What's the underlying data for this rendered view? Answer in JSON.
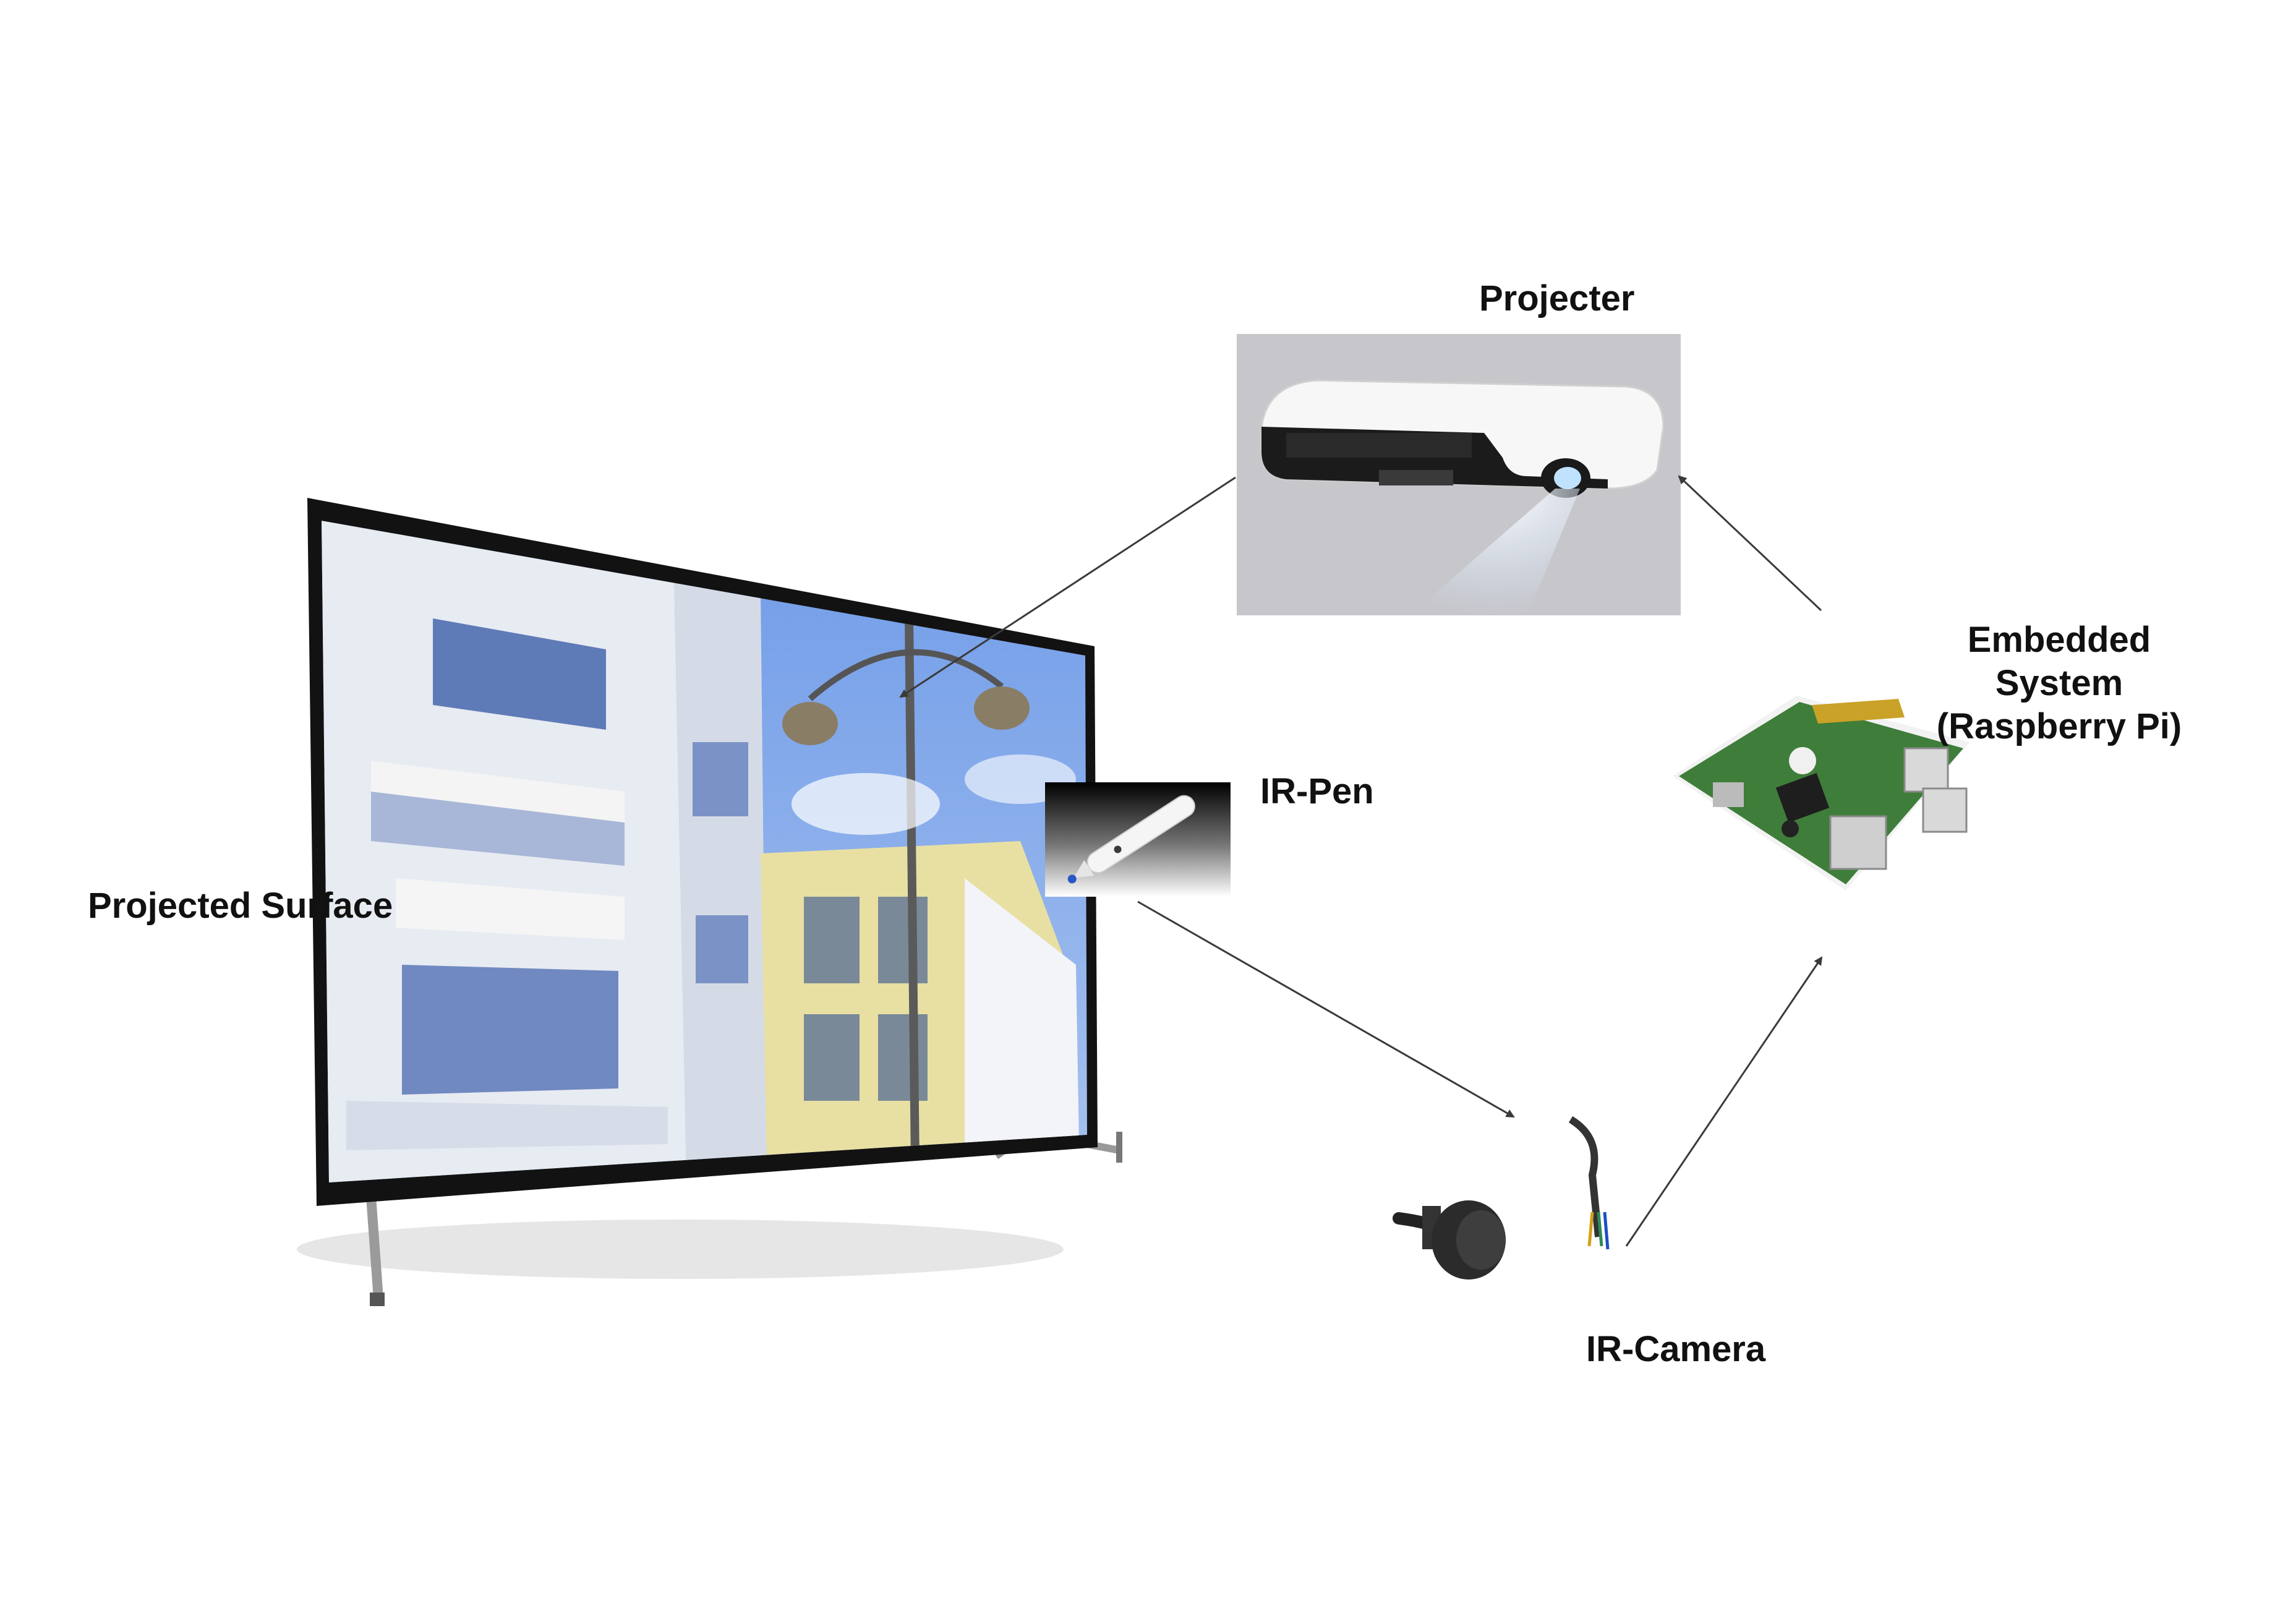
{
  "labels": {
    "projector": "Projecter",
    "embedded_line1": "Embedded",
    "embedded_line2": "System",
    "embedded_line3": "(Raspberry Pi)",
    "ir_pen": "IR-Pen",
    "surface": "Projected Surface",
    "ir_camera": "IR-Camera"
  },
  "colors": {
    "arrow": "#3a3a3a",
    "screen_bezel": "#111111",
    "sky": "#3e6fd0",
    "building_white": "#eef1f5",
    "building_yellow": "#e9e1a4",
    "projector_bg": "#c9c9cc",
    "pcb_green": "#3f7d3a",
    "text": "#111111"
  },
  "icons": [
    "screen-image",
    "projector-image",
    "raspberry-pi-image",
    "ir-pen-image",
    "ir-camera-image"
  ]
}
